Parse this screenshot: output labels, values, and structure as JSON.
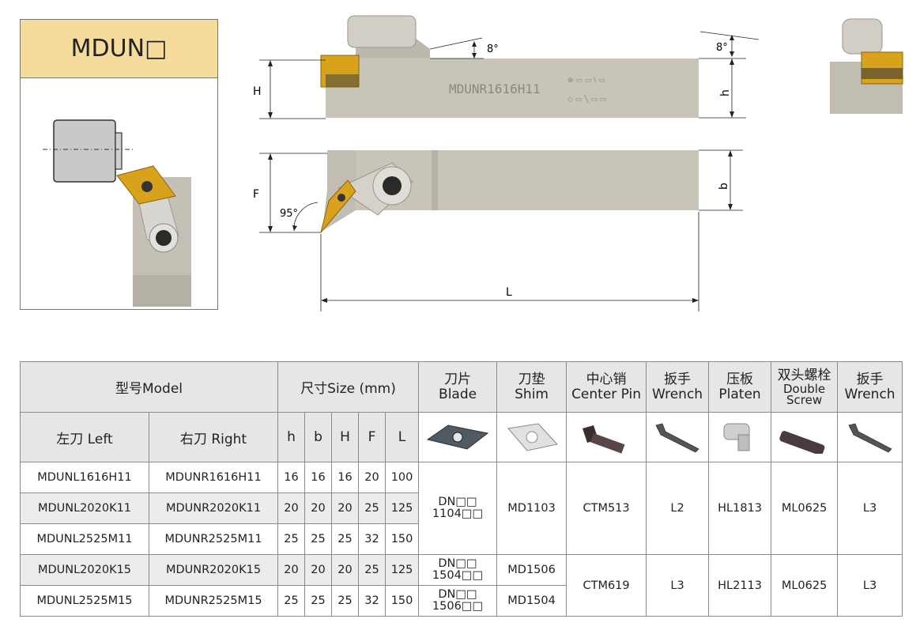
{
  "product": {
    "title": "MDUN□"
  },
  "drawing": {
    "model_marking": "MDUNR1616H11",
    "labels": {
      "h_upper": "H",
      "h_side": "h",
      "f": "F",
      "b": "b",
      "l": "L",
      "angle_clearance_front": "8°",
      "angle_clearance_side": "8°",
      "angle_lead": "95°"
    }
  },
  "table": {
    "headers": {
      "model": "型号Model",
      "size": "尺寸Size (mm)",
      "left": "左刀 Left",
      "right": "右刀 Right",
      "dims": [
        "h",
        "b",
        "H",
        "F",
        "L"
      ],
      "blade": [
        "刀片",
        "Blade"
      ],
      "shim": [
        "刀垫",
        "Shim"
      ],
      "center_pin": [
        "中心销",
        "Center Pin"
      ],
      "wrench1": [
        "扳手",
        "Wrench"
      ],
      "platen": [
        "压板",
        "Platen"
      ],
      "double_screw": [
        "双头螺栓",
        "Double",
        "Screw"
      ],
      "wrench2": [
        "扳手",
        "Wrench"
      ]
    },
    "rows": [
      {
        "left": "MDUNL1616H11",
        "right": "MDUNR1616H11",
        "h": "16",
        "b": "16",
        "H": "16",
        "F": "20",
        "L": "100"
      },
      {
        "left": "MDUNL2020K11",
        "right": "MDUNR2020K11",
        "h": "20",
        "b": "20",
        "H": "20",
        "F": "25",
        "L": "125"
      },
      {
        "left": "MDUNL2525M11",
        "right": "MDUNR2525M11",
        "h": "25",
        "b": "25",
        "H": "25",
        "F": "32",
        "L": "150"
      },
      {
        "left": "MDUNL2020K15",
        "right": "MDUNR2020K15",
        "h": "20",
        "b": "20",
        "H": "20",
        "F": "25",
        "L": "125"
      },
      {
        "left": "MDUNL2525M15",
        "right": "MDUNR2525M15",
        "h": "25",
        "b": "25",
        "H": "25",
        "F": "32",
        "L": "150"
      }
    ],
    "group1": {
      "blade": [
        "DN□□",
        "1104□□"
      ],
      "shim": "MD1103",
      "center_pin": "CTM513",
      "wrench1": "L2",
      "platen": "HL1813",
      "double_screw": "ML0625",
      "wrench2": "L3"
    },
    "group2": {
      "blade_a": [
        "DN□□",
        "1504□□"
      ],
      "blade_b": [
        "DN□□",
        "1506□□"
      ],
      "shim_a": "MD1506",
      "shim_b": "MD1504",
      "center_pin": "CTM619",
      "wrench1": "L3",
      "platen": "HL2113",
      "double_screw": "ML0625",
      "wrench2": "L3"
    }
  }
}
